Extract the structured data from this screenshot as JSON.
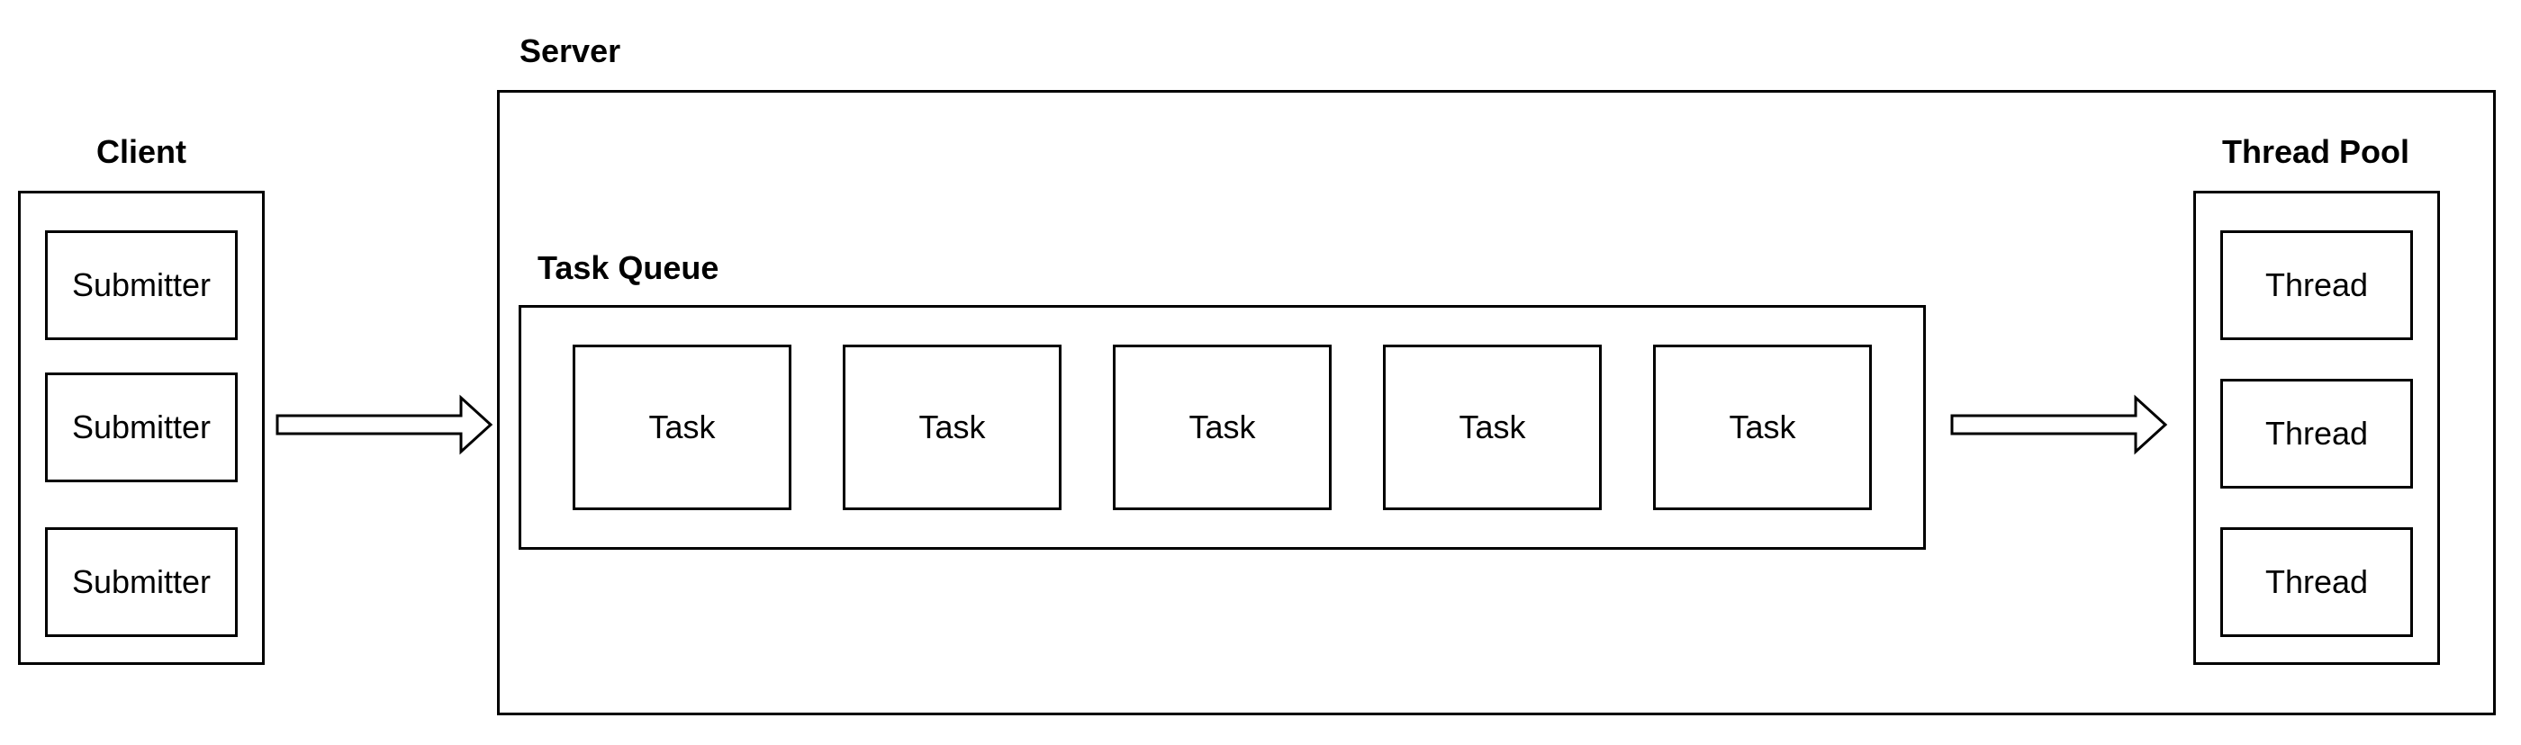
{
  "client": {
    "title": "Client",
    "items": [
      "Submitter",
      "Submitter",
      "Submitter"
    ]
  },
  "server": {
    "title": "Server",
    "task_queue": {
      "title": "Task Queue",
      "items": [
        "Task",
        "Task",
        "Task",
        "Task",
        "Task"
      ]
    },
    "thread_pool": {
      "title": "Thread Pool",
      "items": [
        "Thread",
        "Thread",
        "Thread"
      ]
    }
  },
  "colors": {
    "stroke": "#000000",
    "background": "#ffffff"
  }
}
